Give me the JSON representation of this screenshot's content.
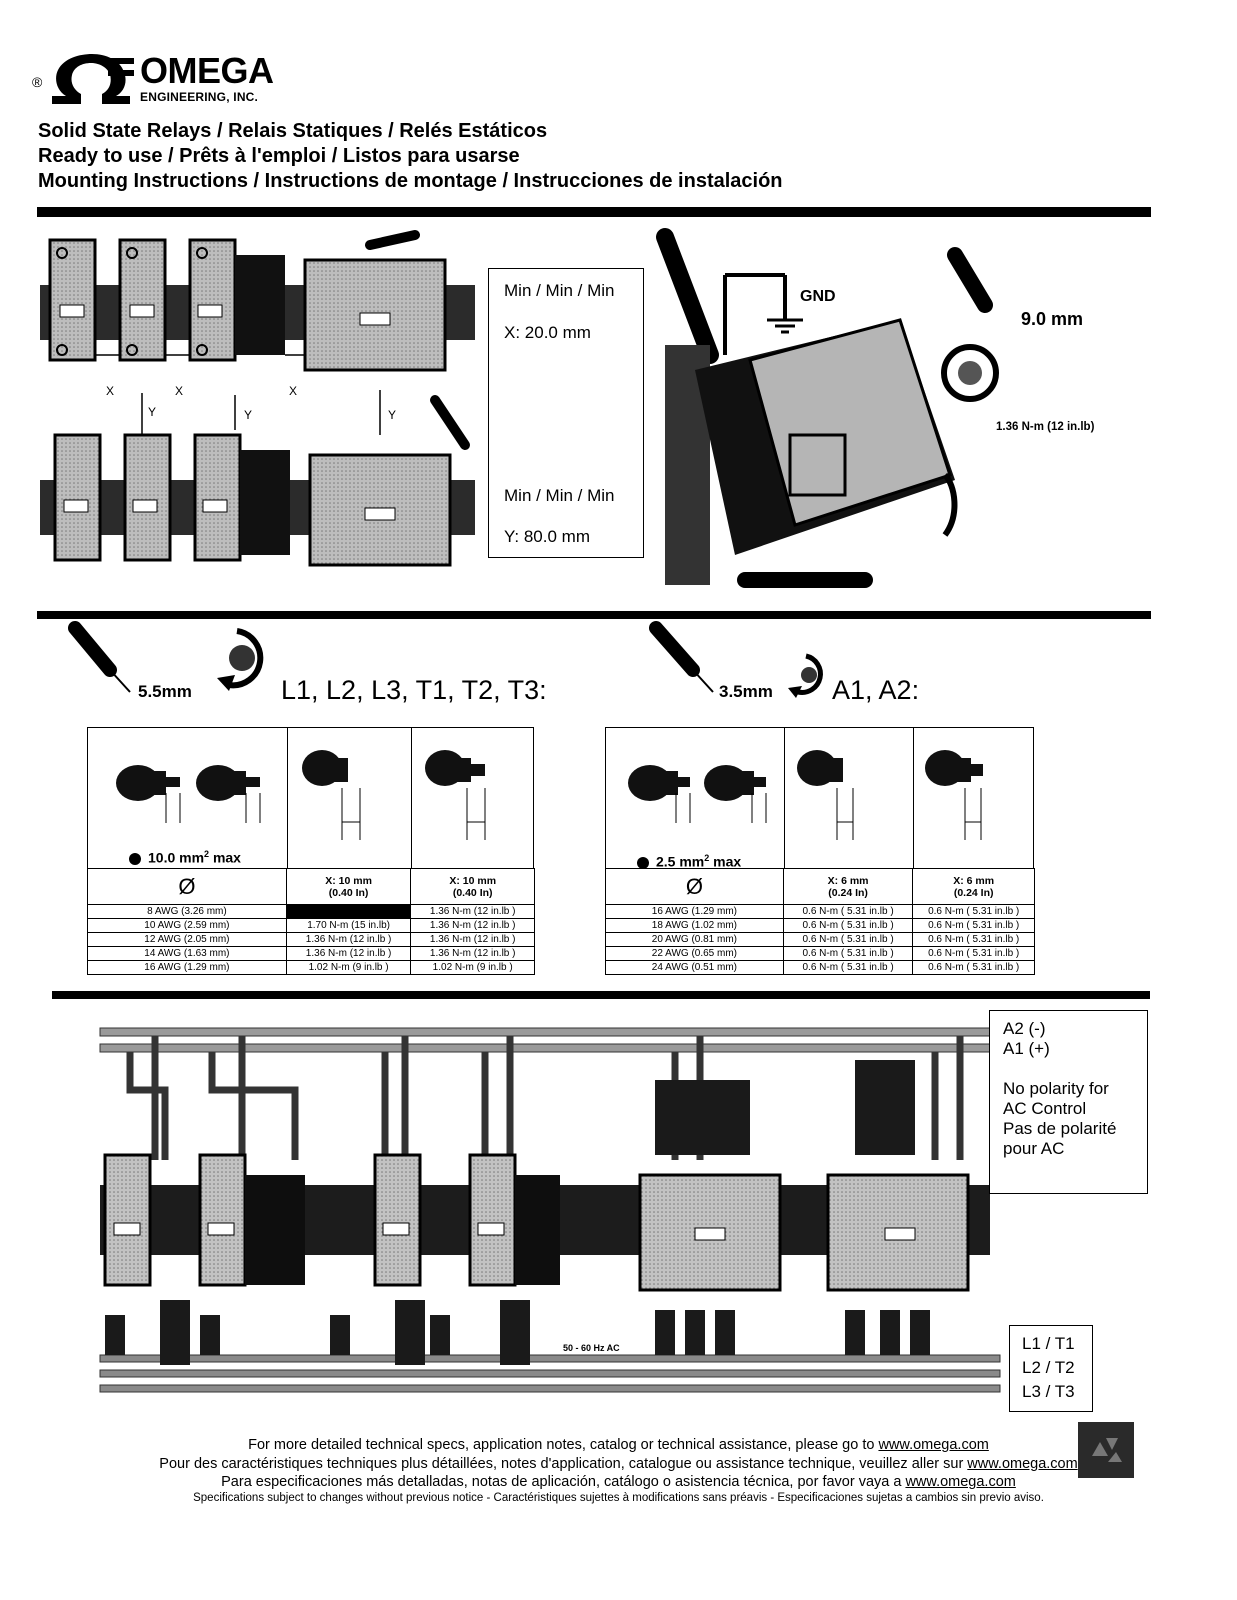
{
  "logo": {
    "registered": "®",
    "brand": "OMEGA",
    "sub": "ENGINEERING, INC."
  },
  "titles": [
    "Solid State Relays / Relais Statiques / Relés Estáticos",
    "Ready to use / Prêts à l'emploi / Listos para usarse",
    "Mounting Instructions / Instructions de montage / Instrucciones de instalación"
  ],
  "spacing": {
    "min_x_label": "Min / Min / Min",
    "min_x_value": "X: 20.0 mm",
    "min_y_label": "Min / Min / Min",
    "min_y_value": "Y: 80.0 mm",
    "x_marker": "X",
    "y_marker": "Y"
  },
  "mounting": {
    "gnd": "GND",
    "screwdriver_size": "9.0 mm",
    "torque": "1.36 N-m (12 in.lb)"
  },
  "power_terminals": {
    "screwdriver_size": "5.5mm",
    "terminals": "L1, L2, L3, T1, T2, T3:",
    "max_section": "10.0 mm",
    "max_suffix": " max",
    "diameter_symbol": "Ø",
    "col2_header": "X:  10 mm",
    "col2_sub": "(0.40 In)",
    "col3_header": "X:  10 mm",
    "col3_sub": "(0.40 In)",
    "rows": [
      [
        "8 AWG (3.26 mm)",
        "",
        "1.36 N-m (12 in.lb )"
      ],
      [
        "10 AWG (2.59 mm)",
        "1.70 N-m (15 in.lb)",
        "1.36 N-m (12 in.lb )"
      ],
      [
        "12 AWG (2.05 mm)",
        "1.36 N-m (12 in.lb )",
        "1.36 N-m (12 in.lb )"
      ],
      [
        "14 AWG (1.63 mm)",
        "1.36 N-m (12 in.lb )",
        "1.36 N-m (12 in.lb )"
      ],
      [
        "16 AWG (1.29 mm)",
        "1.02 N-m (9 in.lb )",
        "1.02 N-m (9 in.lb )"
      ]
    ]
  },
  "control_terminals": {
    "screwdriver_size": "3.5mm",
    "terminals": "A1, A2:",
    "max_section": "2.5 mm",
    "max_suffix": " max",
    "diameter_symbol": "Ø",
    "col2_header": "X:  6 mm",
    "col2_sub": "(0.24 In)",
    "col3_header": "X:  6 mm",
    "col3_sub": "(0.24 In)",
    "rows": [
      [
        "16 AWG (1.29 mm)",
        "0.6 N-m ( 5.31 in.lb )",
        "0.6 N-m ( 5.31 in.lb )"
      ],
      [
        "18 AWG (1.02 mm)",
        "0.6 N-m ( 5.31 in.lb )",
        "0.6 N-m ( 5.31 in.lb )"
      ],
      [
        "20 AWG (0.81 mm)",
        "0.6 N-m ( 5.31 in.lb )",
        "0.6 N-m ( 5.31 in.lb )"
      ],
      [
        "22 AWG (0.65 mm)",
        "0.6 N-m ( 5.31 in.lb )",
        "0.6 N-m ( 5.31 in.lb )"
      ],
      [
        "24 AWG (0.51 mm)",
        "0.6 N-m ( 5.31 in.lb )",
        "0.6 N-m ( 5.31 in.lb )"
      ]
    ]
  },
  "wiring": {
    "polarity_lines": [
      "A2 (-)",
      "A1 (+)",
      "",
      "No polarity for",
      "AC Control",
      "Pas de polarité",
      "pour AC"
    ],
    "supply": "50 - 60 Hz AC",
    "phases": [
      "L1 / T1",
      "L2 / T2",
      "L3 / T3"
    ]
  },
  "footer": {
    "en_prefix": "For more detailed technical specs, application notes, catalog or technical assistance, please go to ",
    "fr_prefix": "Pour des caractéristiques techniques plus détaillées, notes d'application, catalogue ou assistance technique, veuillez aller sur ",
    "es_prefix": "Para especificaciones más detalladas, notas de aplicación, catálogo o asistencia técnica, por favor vaya a ",
    "url": "www.omega.com",
    "disclaimer": "Specifications subject to changes without previous notice - Caractéristiques sujettes à modifications sans préavis - Especificaciones sujetas a cambios sin previo aviso."
  }
}
